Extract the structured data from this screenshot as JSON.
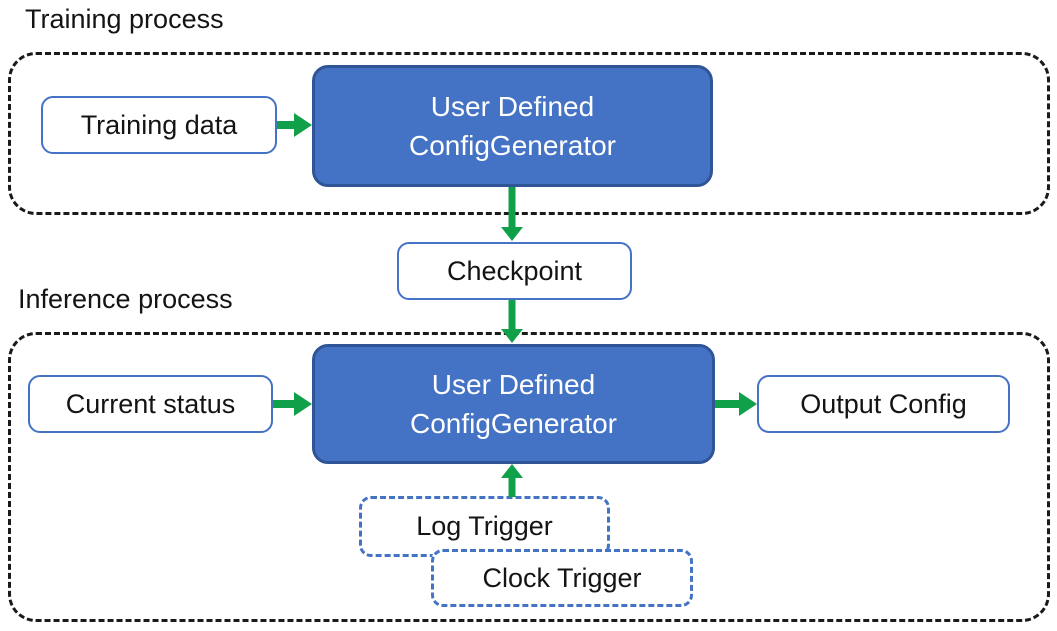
{
  "colors": {
    "box_blue": "#4472C4",
    "box_blue_border": "#2F5597",
    "white_box_border": "#4472C4",
    "trigger_border": "#4472C4",
    "arrow_green": "#10A04A",
    "dashed_black": "#1A1A1A",
    "text_black": "#141414",
    "text_white": "#FFFFFF"
  },
  "training_section": {
    "title": "Training process",
    "input_box_label": "Training data",
    "generator_box_line1": "User Defined",
    "generator_box_line2": "ConfigGenerator"
  },
  "checkpoint": {
    "label": "Checkpoint"
  },
  "inference_section": {
    "title": "Inference process",
    "input_box_label": "Current status",
    "generator_box_line1": "User Defined",
    "generator_box_line2": "ConfigGenerator",
    "output_box_label": "Output Config",
    "log_trigger_label": "Log Trigger",
    "clock_trigger_label": "Clock Trigger"
  }
}
